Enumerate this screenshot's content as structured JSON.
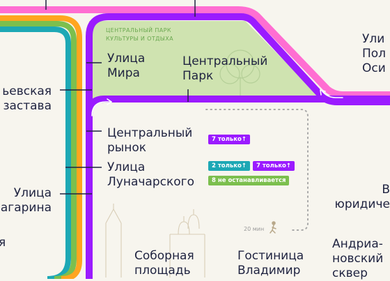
{
  "colors": {
    "background": "#f7f5ee",
    "park_fill": "#cfe3b0",
    "line_pink": "#ff6ed2",
    "line_purple": "#9b1bff",
    "line_orange": "#ffa51f",
    "line_green": "#7cbf4e",
    "line_teal": "#1da8b5",
    "badge_purple": "#9b1bff",
    "badge_teal": "#1da8b5",
    "badge_green": "#7cbf4e"
  },
  "park": {
    "label": "ЦЕНТРАЛЬНЫЙ ПАРК\nКУЛЬТУРЫ И ОТДЫХА"
  },
  "stations": {
    "mira": "Улица\nМира",
    "central_park": "Центральный\nПарк",
    "central_market": "Центральный\nрынок",
    "lunacharskogo": "Улица\nЛуначарского",
    "gagarina": "Улица\nГагарина",
    "zastava": "ьевская\nзастава",
    "sobornaya": "Соборная\nплощадь",
    "vladimir": "Гостиница\nВладимир",
    "andrianovsky": "Андриа-\nновский\nсквер",
    "poly": "Ули\nПол\nОси",
    "yuridich": "В\nюридиче",
    "left_fragment": "я"
  },
  "badges": {
    "market_7": "7 только↑",
    "lunach_2": "2 только↑",
    "lunach_7": "7 только↑",
    "lunach_8": "8 не останавливается"
  },
  "walk": {
    "label": "20 мин",
    "icon": "walking-person-icon"
  },
  "icons": {
    "arrow": "arrow-icon",
    "church": "church-icon"
  }
}
